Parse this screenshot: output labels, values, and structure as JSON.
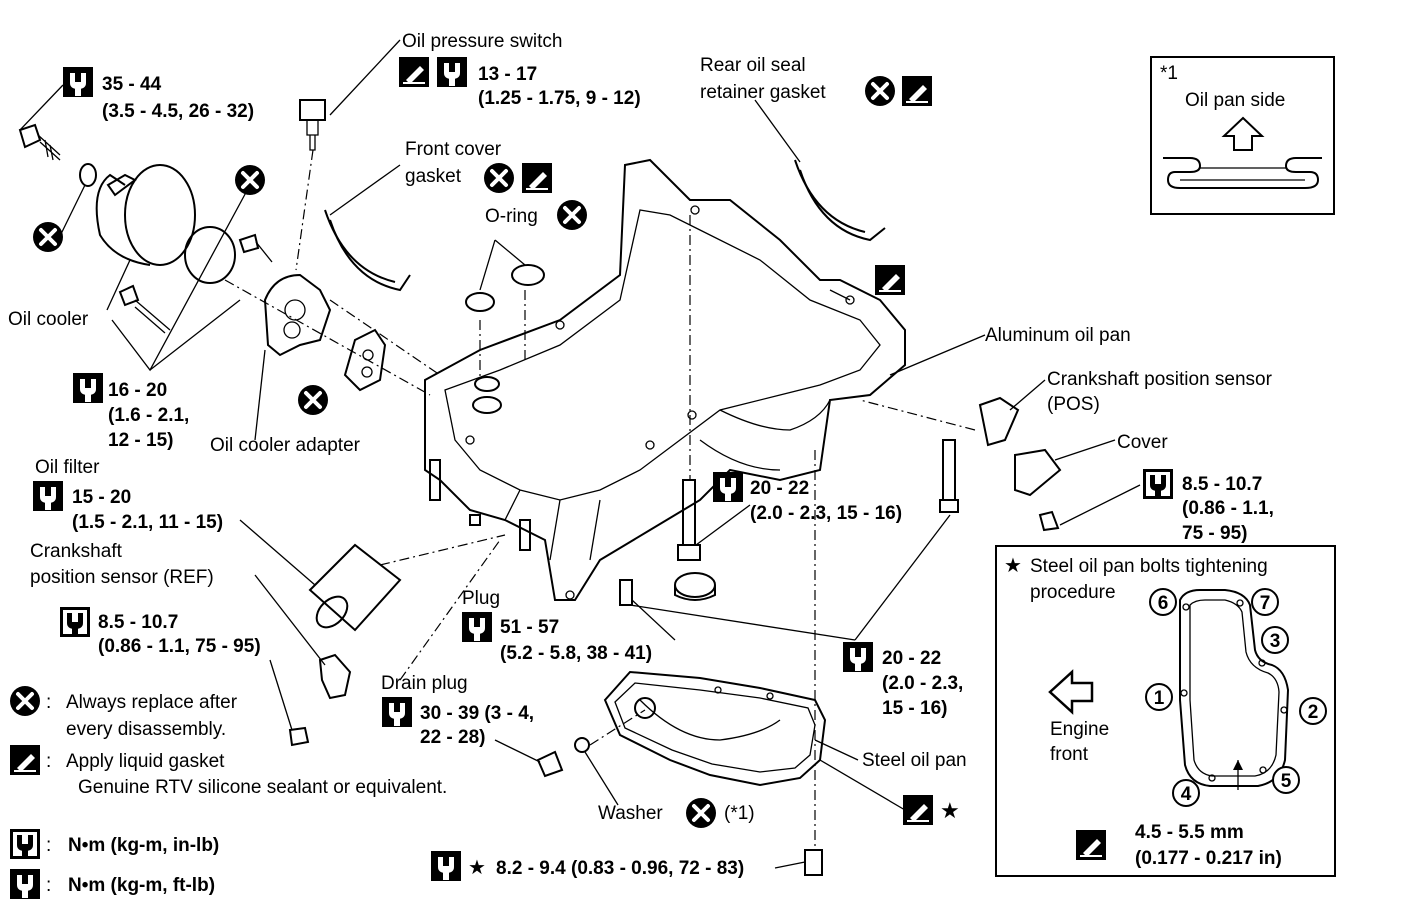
{
  "callouts": {
    "bolt_torque": {
      "value": "35 - 44",
      "sub": "(3.5 - 4.5, 26 - 32)"
    },
    "oil_pressure_switch": {
      "label": "Oil pressure switch",
      "value": "13 - 17",
      "sub": "(1.25 - 1.75, 9 - 12)"
    },
    "rear_oil_seal": {
      "line1": "Rear oil seal",
      "line2": "retainer gasket"
    },
    "front_cover": {
      "line1": "Front cover",
      "line2": "gasket"
    },
    "oring": {
      "label": "O-ring"
    },
    "oil_cooler": {
      "label": "Oil cooler"
    },
    "cooler_bolt_torque": {
      "value": "16 - 20",
      "sub1": "(1.6 - 2.1,",
      "sub2": "12 - 15)"
    },
    "oil_cooler_adapter": {
      "label": "Oil cooler adapter"
    },
    "oil_filter": {
      "label": "Oil filter",
      "value": "15 - 20",
      "sub": "(1.5 - 2.1, 11 - 15)"
    },
    "crank_ref": {
      "line1": "Crankshaft",
      "line2": "position sensor (REF)",
      "value": "8.5 - 10.7",
      "sub": "(0.86 - 1.1, 75 - 95)"
    },
    "aluminum_pan": {
      "label": "Aluminum oil pan"
    },
    "crank_pos": {
      "line1": "Crankshaft position sensor",
      "line2": "(POS)"
    },
    "cover": {
      "label": "Cover",
      "value": "8.5 - 10.7",
      "sub1": "(0.86 - 1.1,",
      "sub2": "75 - 95)"
    },
    "center_bolt": {
      "value": "20 - 22",
      "sub": "(2.0 - 2.3, 15 - 16)"
    },
    "plug": {
      "label": "Plug",
      "value": "51 - 57",
      "sub": "(5.2 - 5.8, 38 - 41)"
    },
    "lower_bolt": {
      "value": "20 - 22",
      "sub1": "(2.0 - 2.3,",
      "sub2": "15 - 16)"
    },
    "drain_plug": {
      "label": "Drain plug",
      "value": "30 - 39 (3 - 4,",
      "sub": "22 - 28)"
    },
    "steel_pan": {
      "label": "Steel oil pan"
    },
    "washer": {
      "label": "Washer",
      "note": "(*1)"
    },
    "steel_bolt": {
      "value": "8.2 - 9.4 (0.83 - 0.96, 72 - 83)"
    }
  },
  "inset": {
    "mark": "*1",
    "title": "Oil pan side"
  },
  "procedure": {
    "title1": "Steel oil pan bolts tightening",
    "title2": "procedure",
    "engine_front1": "Engine",
    "engine_front2": "front",
    "bead1": "4.5 - 5.5 mm",
    "bead2": "(0.177 - 0.217 in)",
    "numbers": [
      "1",
      "2",
      "3",
      "4",
      "5",
      "6",
      "7"
    ]
  },
  "legend": {
    "replace1": "Always replace after",
    "replace2": "every disassembly.",
    "gasket1": "Apply liquid gasket",
    "gasket2": "Genuine RTV silicone sealant or equivalent.",
    "torque_in": "N•m  (kg-m,  in-lb)",
    "torque_ft": "N•m  (kg-m,  ft-lb)",
    "colon": ":"
  },
  "icons": [
    "replace-x-icon",
    "liquid-gasket-icon",
    "torque-wrench-icon",
    "star-icon",
    "arrow-icon"
  ]
}
